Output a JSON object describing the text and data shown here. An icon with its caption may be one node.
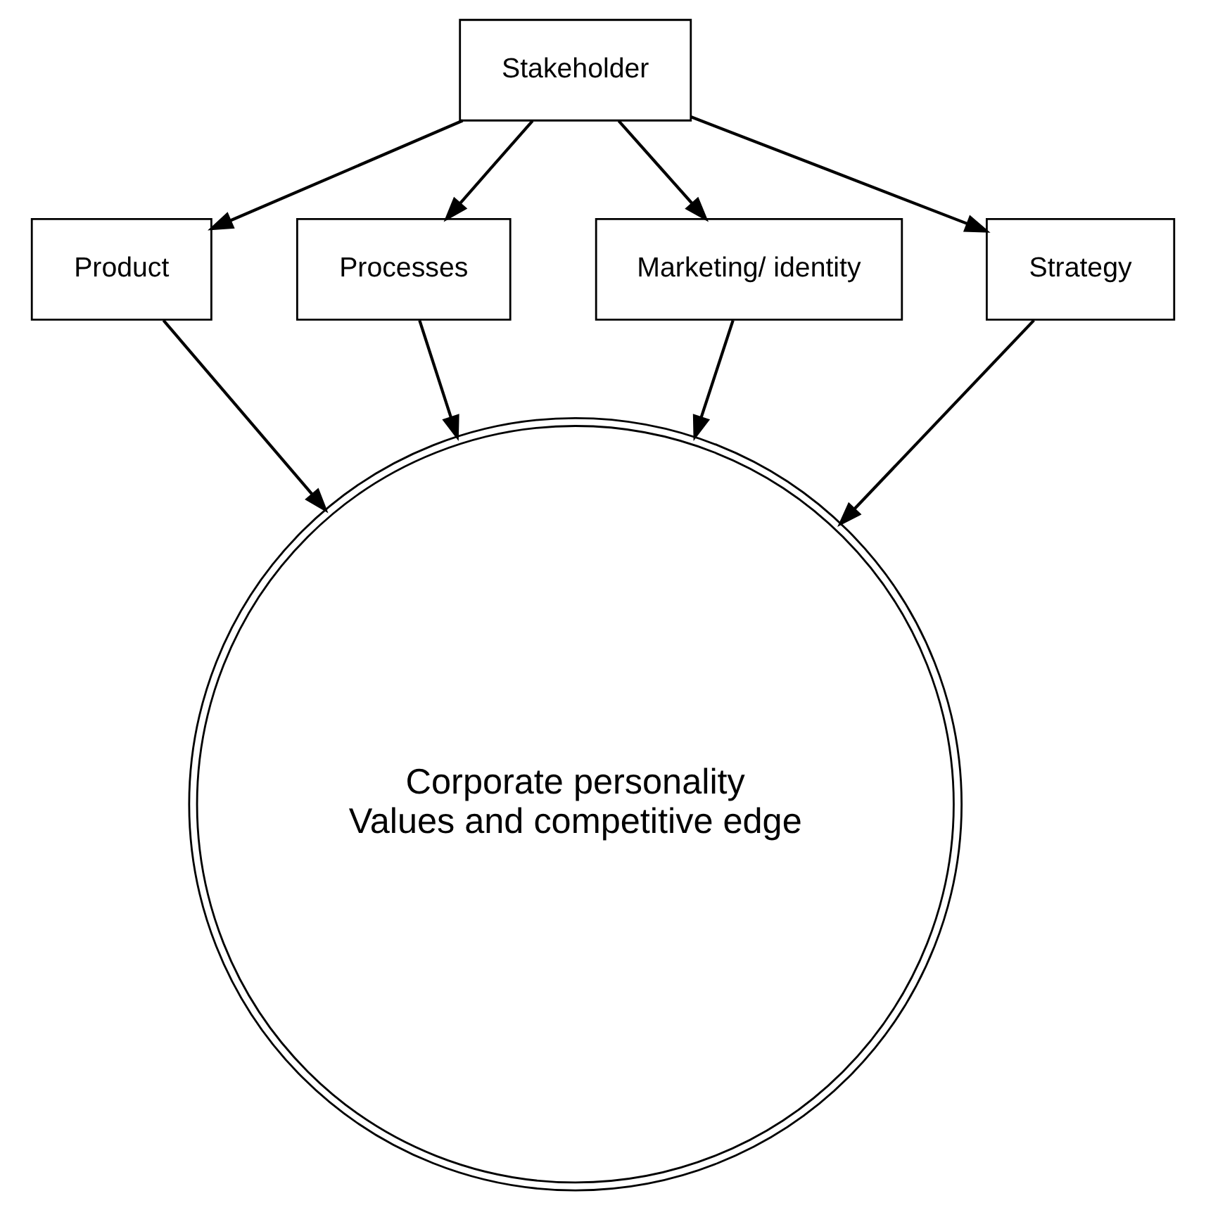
{
  "diagram": {
    "nodes": [
      {
        "text": [
          "Corporate personality",
          "Values and competitive edge"
        ]
      },
      {
        "text": [
          "Product"
        ]
      },
      {
        "text": [
          "Processes"
        ]
      },
      {
        "text": [
          "Stakeholder"
        ]
      },
      {
        "text": [
          "Marketing/ identity"
        ]
      },
      {
        "text": [
          "Strategy"
        ]
      }
    ],
    "edges": [
      {
        "from": 1,
        "to": 0,
        "arrow": "to"
      },
      {
        "from": 2,
        "to": 0,
        "arrow": "to"
      },
      {
        "from": 3,
        "to": 1,
        "arrow": "to"
      },
      {
        "from": 3,
        "to": 2,
        "arrow": "to"
      },
      {
        "from": 3,
        "to": 4,
        "arrow": "to"
      },
      {
        "from": 3,
        "to": 5,
        "arrow": "to"
      },
      {
        "from": 4,
        "to": 0,
        "arrow": "to"
      },
      {
        "from": 5,
        "to": 0,
        "arrow": "to"
      }
    ]
  }
}
